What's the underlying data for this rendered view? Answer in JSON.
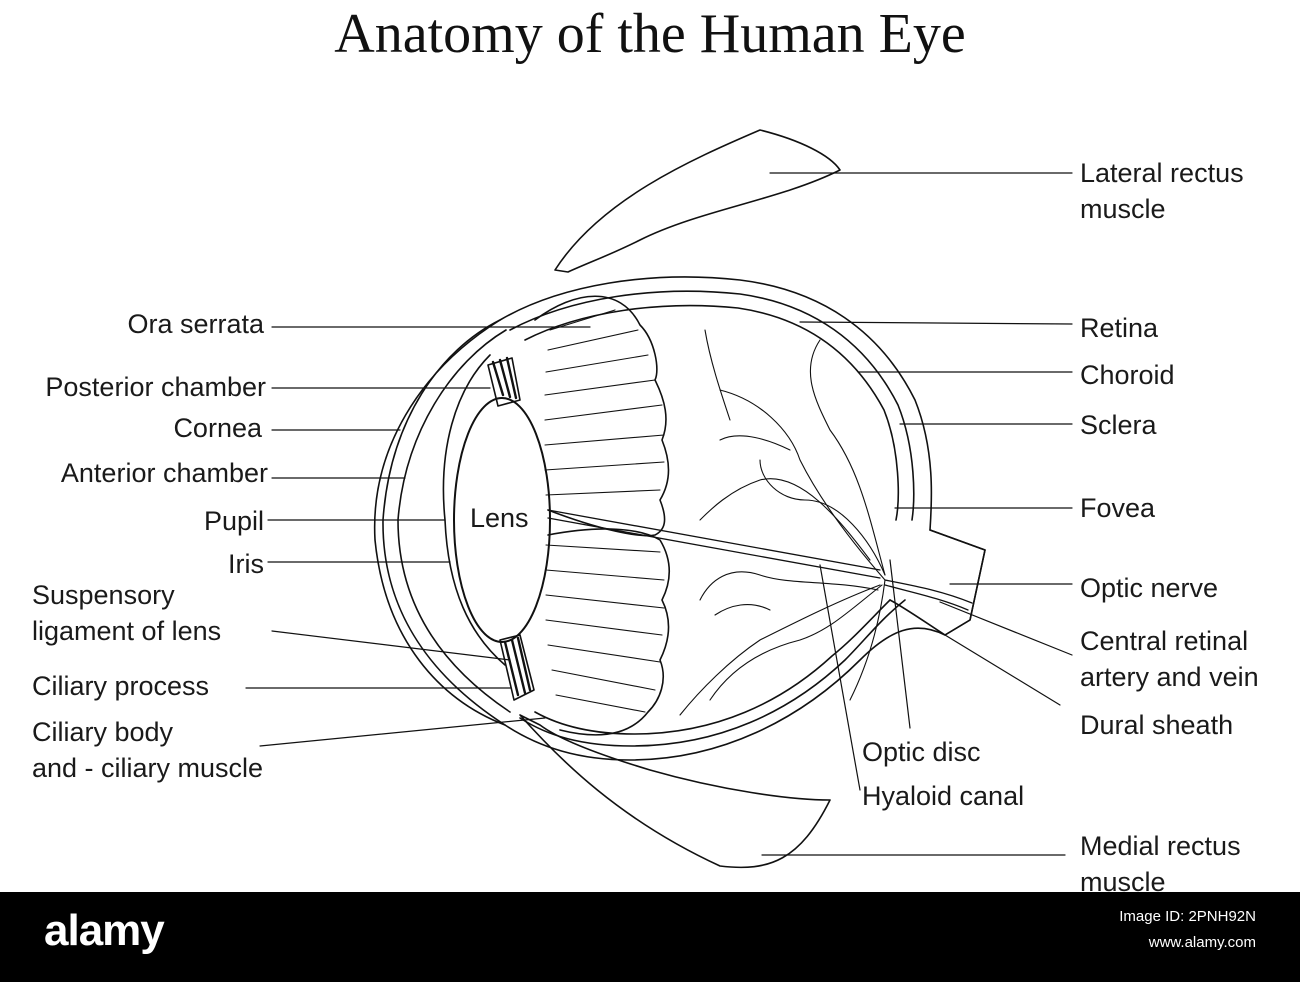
{
  "title": "Anatomy of the Human Eye",
  "labels": {
    "lateral_rectus": "Lateral rectus\nmuscle",
    "ora_serrata": "Ora serrata",
    "retina": "Retina",
    "posterior_chamber": "Posterior chamber",
    "choroid": "Choroid",
    "cornea": "Cornea",
    "sclera": "Sclera",
    "anterior_chamber": "Anterior chamber",
    "lens": "Lens",
    "pupil": "Pupil",
    "fovea": "Fovea",
    "iris": "Iris",
    "optic_nerve": "Optic nerve",
    "suspensory_ligament": "Suspensory\nligament of lens",
    "central_retinal": "Central retinal\nartery and vein",
    "ciliary_process": "Ciliary process",
    "dural_sheath": "Dural sheath",
    "ciliary_body": "Ciliary body\nand - ciliary muscle",
    "optic_disc": "Optic disc",
    "hyaloid_canal": "Hyaloid canal",
    "medial_rectus": "Medial rectus\nmuscle"
  },
  "footer": {
    "brand": "alamy",
    "image_id_label": "Image ID: 2PNH92N",
    "url": "www.alamy.com"
  },
  "colors": {
    "line": "#111111",
    "background": "#ffffff",
    "footer_bg": "#000000"
  }
}
